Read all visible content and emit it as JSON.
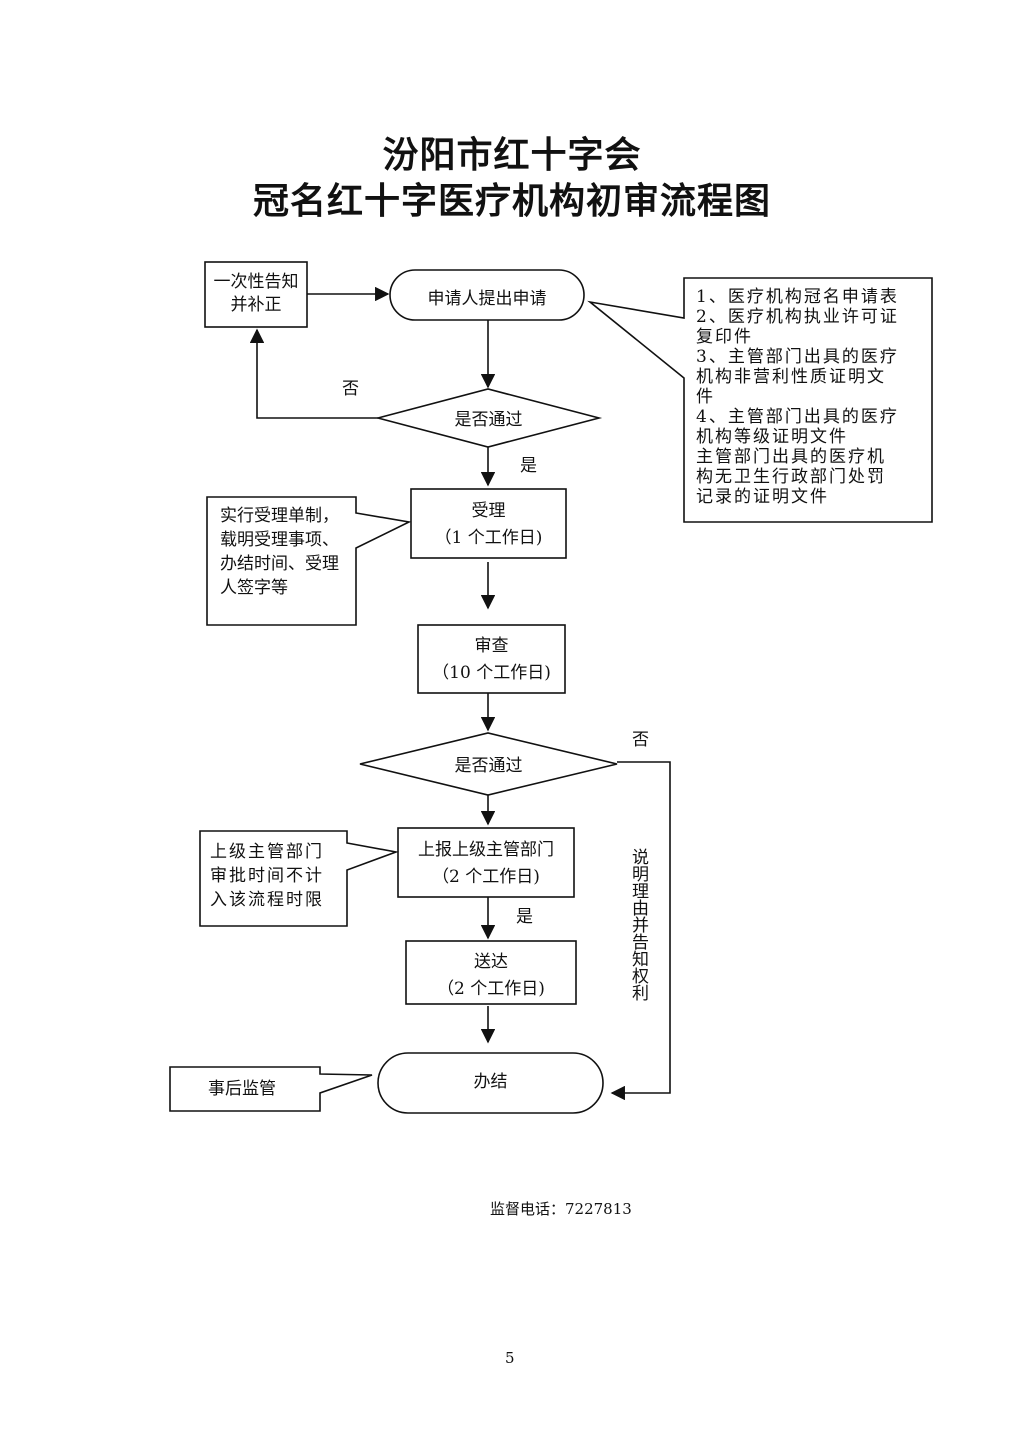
{
  "title": {
    "line1": "汾阳市红十字会",
    "line2": "冠名红十字医疗机构初审流程图"
  },
  "flow": {
    "start": "申请人提出申请",
    "decision1": "是否通过",
    "accept": {
      "title": "受理",
      "duration": "（1 个工作日)"
    },
    "review": {
      "title": "审查",
      "duration": "（10 个工作日)"
    },
    "decision2": "是否通过",
    "report": {
      "title": "上报上级主管部门",
      "duration": "（2 个工作日)"
    },
    "deliver": {
      "title": "送达",
      "duration": "（2 个工作日)"
    },
    "end": "办结"
  },
  "labels": {
    "no1": "否",
    "yes1": "是",
    "no2": "否",
    "yes2": "是",
    "reject_side": "说明理由并告知权利"
  },
  "notes": {
    "inform": [
      "一次性告知",
      "并补正"
    ],
    "documents": [
      "1、医疗机构冠名申请表",
      "2、医疗机构执业许可证",
      "复印件",
      "3、主管部门出具的医疗",
      "机构非营利性质证明文",
      "件",
      "4、主管部门出具的医疗",
      "机构等级证明文件",
      "主管部门出具的医疗机",
      "构无卫生行政部门处罚",
      "记录的证明文件"
    ],
    "accept_note": [
      "实行受理单制，",
      "载明受理事项、",
      "办结时间、受理",
      "人签字等"
    ],
    "superior_note": [
      "上级主管部门",
      "审批时间不计",
      "入该流程时限"
    ],
    "supervision": "事后监管"
  },
  "footer": {
    "hotline": "监督电话：7227813",
    "page_number": "5"
  },
  "colors": {
    "ink": "#111111",
    "background": "#ffffff"
  }
}
